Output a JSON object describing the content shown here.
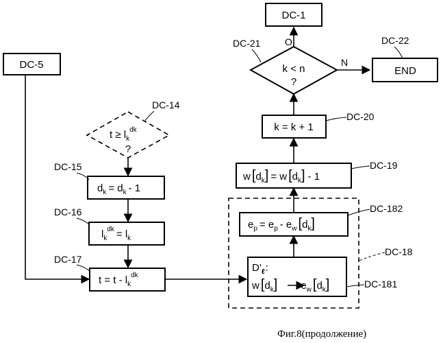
{
  "nodes": {
    "dc1": "DC-1",
    "dc5": "DC-5",
    "end": "END",
    "dc21_cond": "k < n",
    "dc21_q": "?",
    "dc20_expr": "k = k + 1",
    "dc19_lhs": "w",
    "dc19_mid": "= w",
    "dc19_rhs": "- 1",
    "dc182_lhs": "e",
    "dc182_mid": "= e",
    "dc182_minus": "- e",
    "dc181_head": "D'",
    "dc181_colon": ":",
    "dc181_w": "w",
    "dc181_e": "e",
    "dc14_t": "t ≥ l",
    "dc14_q": "?",
    "dc15_expr": "= d",
    "dc15_rhs": "- 1",
    "dc16_eq": "= l",
    "dc17_expr": "t = t - l"
  },
  "symbols": {
    "d": "d",
    "k": "k",
    "p": "p",
    "w": "w",
    "l": "l",
    "ell": "ℓ",
    "dk": "dk"
  },
  "branch_labels": {
    "yes": "O",
    "no": "N"
  },
  "labels": {
    "dc14": "DC-14",
    "dc15": "DC-15",
    "dc16": "DC-16",
    "dc17": "DC-17",
    "dc18": "DC-18",
    "dc181": "DC-181",
    "dc182": "DC-182",
    "dc19": "DC-19",
    "dc20": "DC-20",
    "dc21": "DC-21",
    "dc22": "DC-22"
  },
  "caption": "Фиг.8(продолжение)"
}
